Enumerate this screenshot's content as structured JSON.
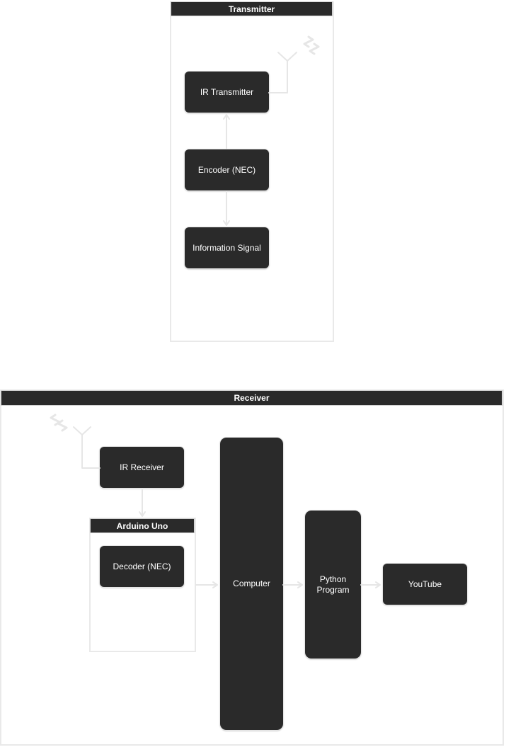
{
  "transmitter": {
    "title": "Transmitter",
    "blocks": {
      "ir_transmitter": "IR Transmitter",
      "encoder": "Encoder (NEC)",
      "information_signal": "Information Signal"
    }
  },
  "receiver": {
    "title": "Receiver",
    "blocks": {
      "ir_receiver": "IR Receiver",
      "arduino_title": "Arduino Uno",
      "decoder": "Decoder (NEC)",
      "computer": "Computer",
      "python_line1": "Python",
      "python_line2": "Program",
      "youtube": "YouTube"
    }
  },
  "colors": {
    "block_fill": "#2a2a2a",
    "block_text": "#ffffff",
    "connector": "#e6e6e6",
    "frame": "#e9e9e9"
  },
  "icons": {
    "tx_antenna": "antenna-icon",
    "tx_signal": "signal-waves-icon",
    "rx_antenna": "antenna-icon",
    "rx_signal": "signal-waves-icon"
  }
}
